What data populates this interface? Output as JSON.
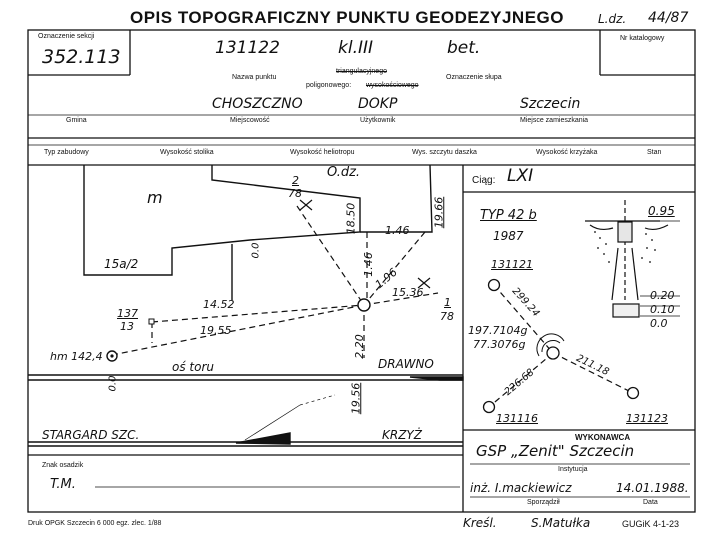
{
  "header": {
    "title": "OPIS TOPOGRAFICZNY PUNKTU GEODEZYJNEGO",
    "ldz_label": "L.dz.",
    "ldz_value": "44/87"
  },
  "id_row": {
    "section_label": "Oznaczenie sekcji",
    "section_value": "352.113",
    "point_name": "131122",
    "point_class": "kl.III",
    "marker": "bet.",
    "catalog_label": "Nr katalogowy",
    "name_label": "Nazwa punktu",
    "triang_label": "triangulacyjnego",
    "polygon_label": "poligonowego:",
    "height_label": "wysokościowego",
    "marker_label": "Oznaczenie słupa"
  },
  "location": {
    "gmina_label": "Gmina",
    "locality_label": "Miejscowość",
    "locality_value": "CHOSZCZNO",
    "user_label": "Użytkownik",
    "user_value": "DOKP",
    "residence_label": "Miejsce zamieszkania",
    "residence_value": "Szczecin"
  },
  "columns": [
    "Typ zabudowy",
    "Wysokość stolika",
    "Wysokość heliotropu",
    "Wys. szczytu daszka",
    "Wysokość krzyżaka",
    "Stan"
  ],
  "sketch": {
    "labels": {
      "m": "m",
      "odz": "O.dz.",
      "p2_top": "2",
      "p2_bot": "78",
      "p1_top": "1",
      "p1_bot": "78",
      "p137_top": "137",
      "p137_bot": "13",
      "num_1850": "18.50",
      "num_146a": "1.46",
      "num_1966": "19.66",
      "num_146b": "1.46",
      "num_196": "1.96",
      "num_1536": "15.36",
      "num_1452": "14.52",
      "num_1955": "19.55",
      "num_220": "2.20",
      "num_1956": "19.56",
      "num_00a": "0.0",
      "num_00b": "0.0",
      "lot": "15a/2",
      "hm": "hm 142,4",
      "track": "oś toru",
      "drawno": "DRAWNO",
      "stargard": "STARGARD SZC.",
      "krzyz": "KRZYŻ"
    }
  },
  "right_panel": {
    "ciag_label": "Ciąg:",
    "ciag_value": "LXI",
    "type": "TYP 42 b",
    "year": "1987",
    "top_depth": "0.95",
    "depths": [
      "0.20",
      "0.10",
      "0.0"
    ],
    "pt_a": "131121",
    "pt_b": "131116",
    "pt_c": "131123",
    "dist_a": "299.24",
    "dist_b": "226.68",
    "dist_c": "211.18",
    "angle_1": "197.7104g",
    "angle_2": "77.3076g"
  },
  "footer": {
    "executor_label": "WYKONAWCA",
    "institution": "GSP „Zenit\" Szczecin",
    "institution_label": "Instytucja",
    "drafter": "inż. I.mackiewicz",
    "drafter_label": "Sporządził",
    "date": "14.01.1988.",
    "date_label": "Data",
    "owner_label": "Znak osadzik",
    "owner_value": "T.M.",
    "print_note": "Druk OPGK Szczecin 6 000 egz. zlec. 1/88",
    "kresl_label": "Kreśl.",
    "kresl_value": "S.Matułka",
    "form_code": "GUGiK 4-1-23"
  }
}
